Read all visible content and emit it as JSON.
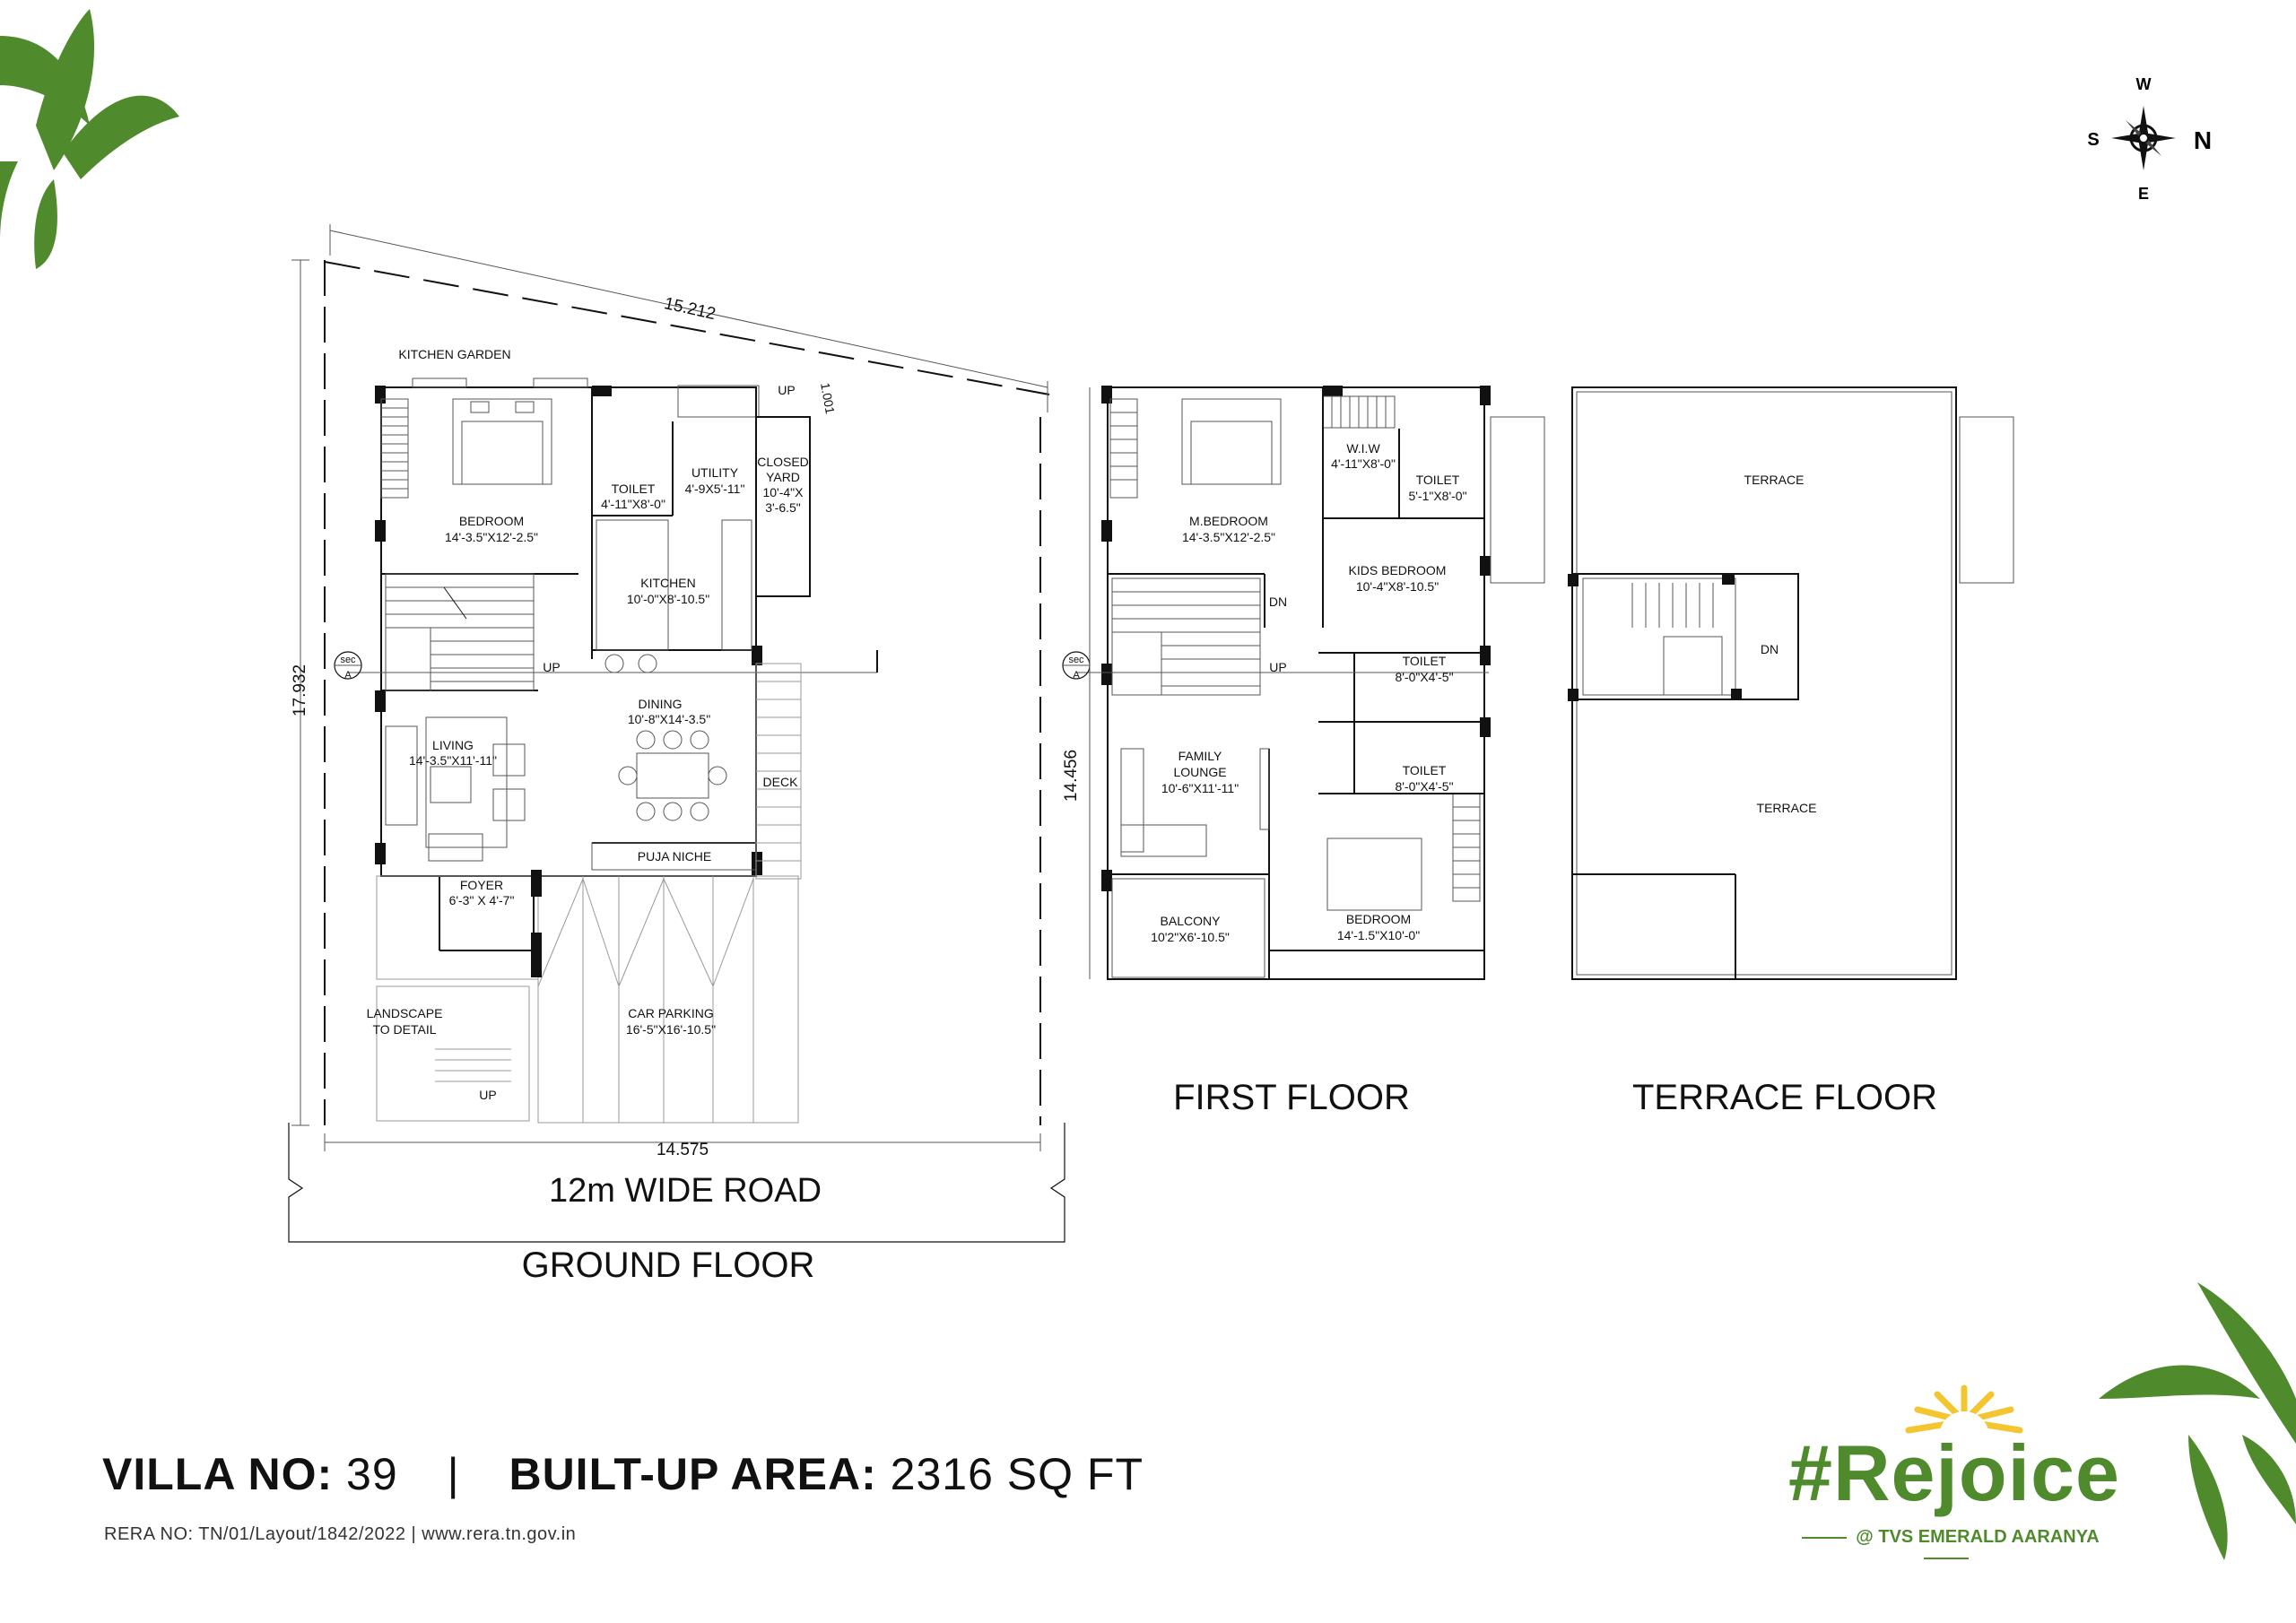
{
  "ground_floor": {
    "title": "GROUND FLOOR",
    "road": "12m WIDE ROAD",
    "dims": {
      "top": "15.212",
      "left": "17.932",
      "bottom": "14.575",
      "corner": "1.001"
    },
    "rooms": {
      "kitchen_garden": "KITCHEN GARDEN",
      "bedroom_name": "BEDROOM",
      "bedroom_size": "14'-3.5\"X12'-2.5\"",
      "toilet_name": "TOILET",
      "toilet_size": "4'-11\"X8'-0\"",
      "utility_name": "UTILITY",
      "utility_size": "4'-9X5'-11\"",
      "closed_yard_1": "CLOSED",
      "closed_yard_2": "YARD",
      "closed_yard_3": "10'-4\"X",
      "closed_yard_4": "3'-6.5\"",
      "kitchen_name": "KITCHEN",
      "kitchen_size": "10'-0\"X8'-10.5\"",
      "dining_name": "DINING",
      "dining_size": "10'-8\"X14'-3.5\"",
      "living_name": "LIVING",
      "living_size": "14'-3.5\"X11'-11\"",
      "deck": "DECK",
      "puja_niche": "PUJA NICHE",
      "foyer_name": "FOYER",
      "foyer_size": "6'-3\" X 4'-7\"",
      "landscape_1": "LANDSCAPE",
      "landscape_2": "TO DETAIL",
      "car_parking_name": "CAR PARKING",
      "car_parking_size": "16'-5\"X16'-10.5\""
    },
    "up": "UP",
    "sec": "sec",
    "sec_letter": "A"
  },
  "first_floor": {
    "title": "FIRST FLOOR",
    "dim_right": "14.456",
    "rooms": {
      "mbedroom_name": "M.BEDROOM",
      "mbedroom_size": "14'-3.5\"X12'-2.5\"",
      "wiw_name": "W.I.W",
      "wiw_size": "4'-11\"X8'-0\"",
      "toilet1_name": "TOILET",
      "toilet1_size": "5'-1\"X8'-0\"",
      "kids_name": "KIDS BEDROOM",
      "kids_size": "10'-4\"X8'-10.5\"",
      "toilet2_name": "TOILET",
      "toilet2_size": "8'-0\"X4'-5\"",
      "toilet3_name": "TOILET",
      "toilet3_size": "8'-0\"X4'-5\"",
      "family_1": "FAMILY",
      "family_2": "LOUNGE",
      "family_size": "10'-6\"X11'-11\"",
      "balcony_name": "BALCONY",
      "balcony_size": "10'2\"X6'-10.5\"",
      "bedroom_name": "BEDROOM",
      "bedroom_size": "14'-1.5\"X10'-0\""
    },
    "dn": "DN",
    "up": "UP"
  },
  "terrace_floor": {
    "title": "TERRACE FLOOR",
    "terrace_1": "TERRACE",
    "terrace_2": "TERRACE",
    "dn": "DN"
  },
  "compass": {
    "n": "N",
    "s": "S",
    "e": "E",
    "w": "W"
  },
  "footer": {
    "villa_label": "VILLA NO:",
    "villa_value": "39",
    "separator": "|",
    "area_label": "BUILT-UP AREA:",
    "area_value": "2316 SQ FT",
    "rera": "RERA NO: TN/01/Layout/1842/2022 | www.rera.tn.gov.in"
  },
  "logo": {
    "main": "#Rejoice",
    "sub": "@ TVS EMERALD AARANYA"
  },
  "colors": {
    "leaf_green": "#4f8a2c",
    "sun_yellow": "#f2c531",
    "text": "#111111"
  }
}
